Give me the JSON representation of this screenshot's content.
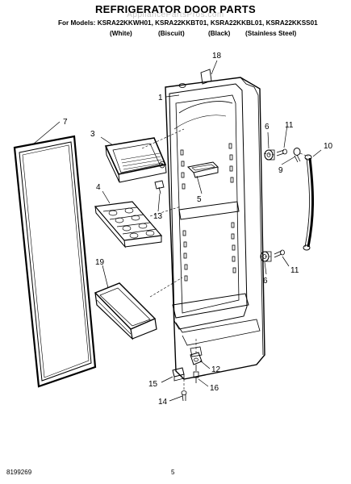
{
  "header": {
    "title": "REFRIGERATOR DOOR PARTS",
    "watermark": "AppliancePartsPros.com",
    "for_models_label": "For Models:",
    "models": [
      "KSRA22KKWH01,",
      "KSRA22KKBT01,",
      "KSRA22KKBL01,",
      "KSRA22KKSS01"
    ],
    "colors": [
      "(White)",
      "(Biscuit)",
      "(Black)",
      "(Stainless Steel)"
    ]
  },
  "callouts": {
    "c1": "1",
    "c3": "3",
    "c4": "4",
    "c5": "5",
    "c6a": "6",
    "c6b": "6",
    "c7": "7",
    "c9": "9",
    "c10": "10",
    "c11a": "11",
    "c11b": "11",
    "c12": "12",
    "c13": "13",
    "c14": "14",
    "c15": "15",
    "c16": "16",
    "c18": "18",
    "c19": "19"
  },
  "footer": {
    "doc_number": "8199269",
    "page": "5"
  }
}
